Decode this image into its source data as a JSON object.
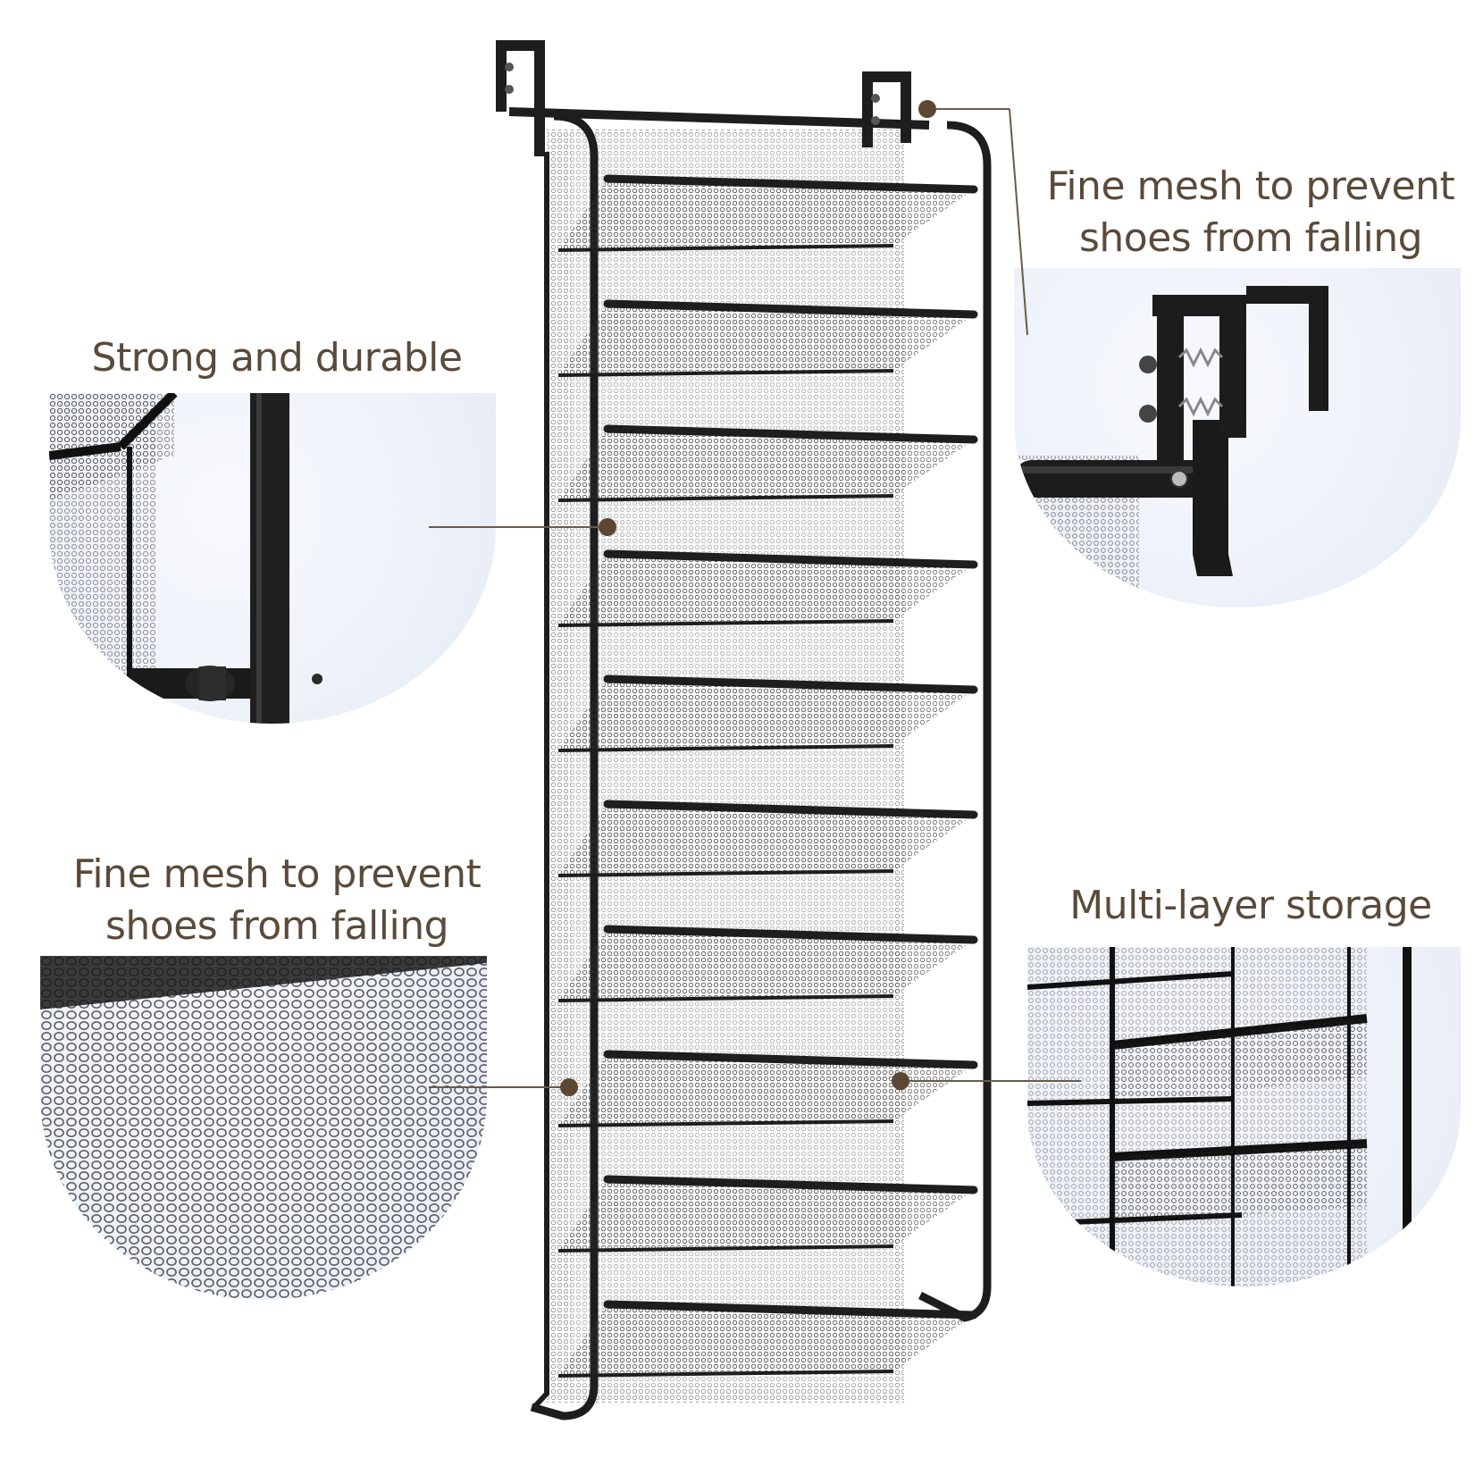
{
  "callouts": {
    "hook_top_right": [
      "Fine mesh to prevent",
      "shoes from falling"
    ],
    "frame_left": "Strong and durable",
    "mesh_left": [
      "Fine mesh to prevent",
      "shoes from falling"
    ],
    "layers_right": "Multi-layer storage"
  },
  "colors": {
    "text": "#5a4a3a",
    "leader": "#6b5a48",
    "dot": "#5b4733",
    "frame": "#1e1e1e",
    "circle_bg": "#eef2f9"
  },
  "shelf_count": 10,
  "icons": [
    "leader-dot",
    "over-door-hook",
    "mesh-pattern"
  ]
}
